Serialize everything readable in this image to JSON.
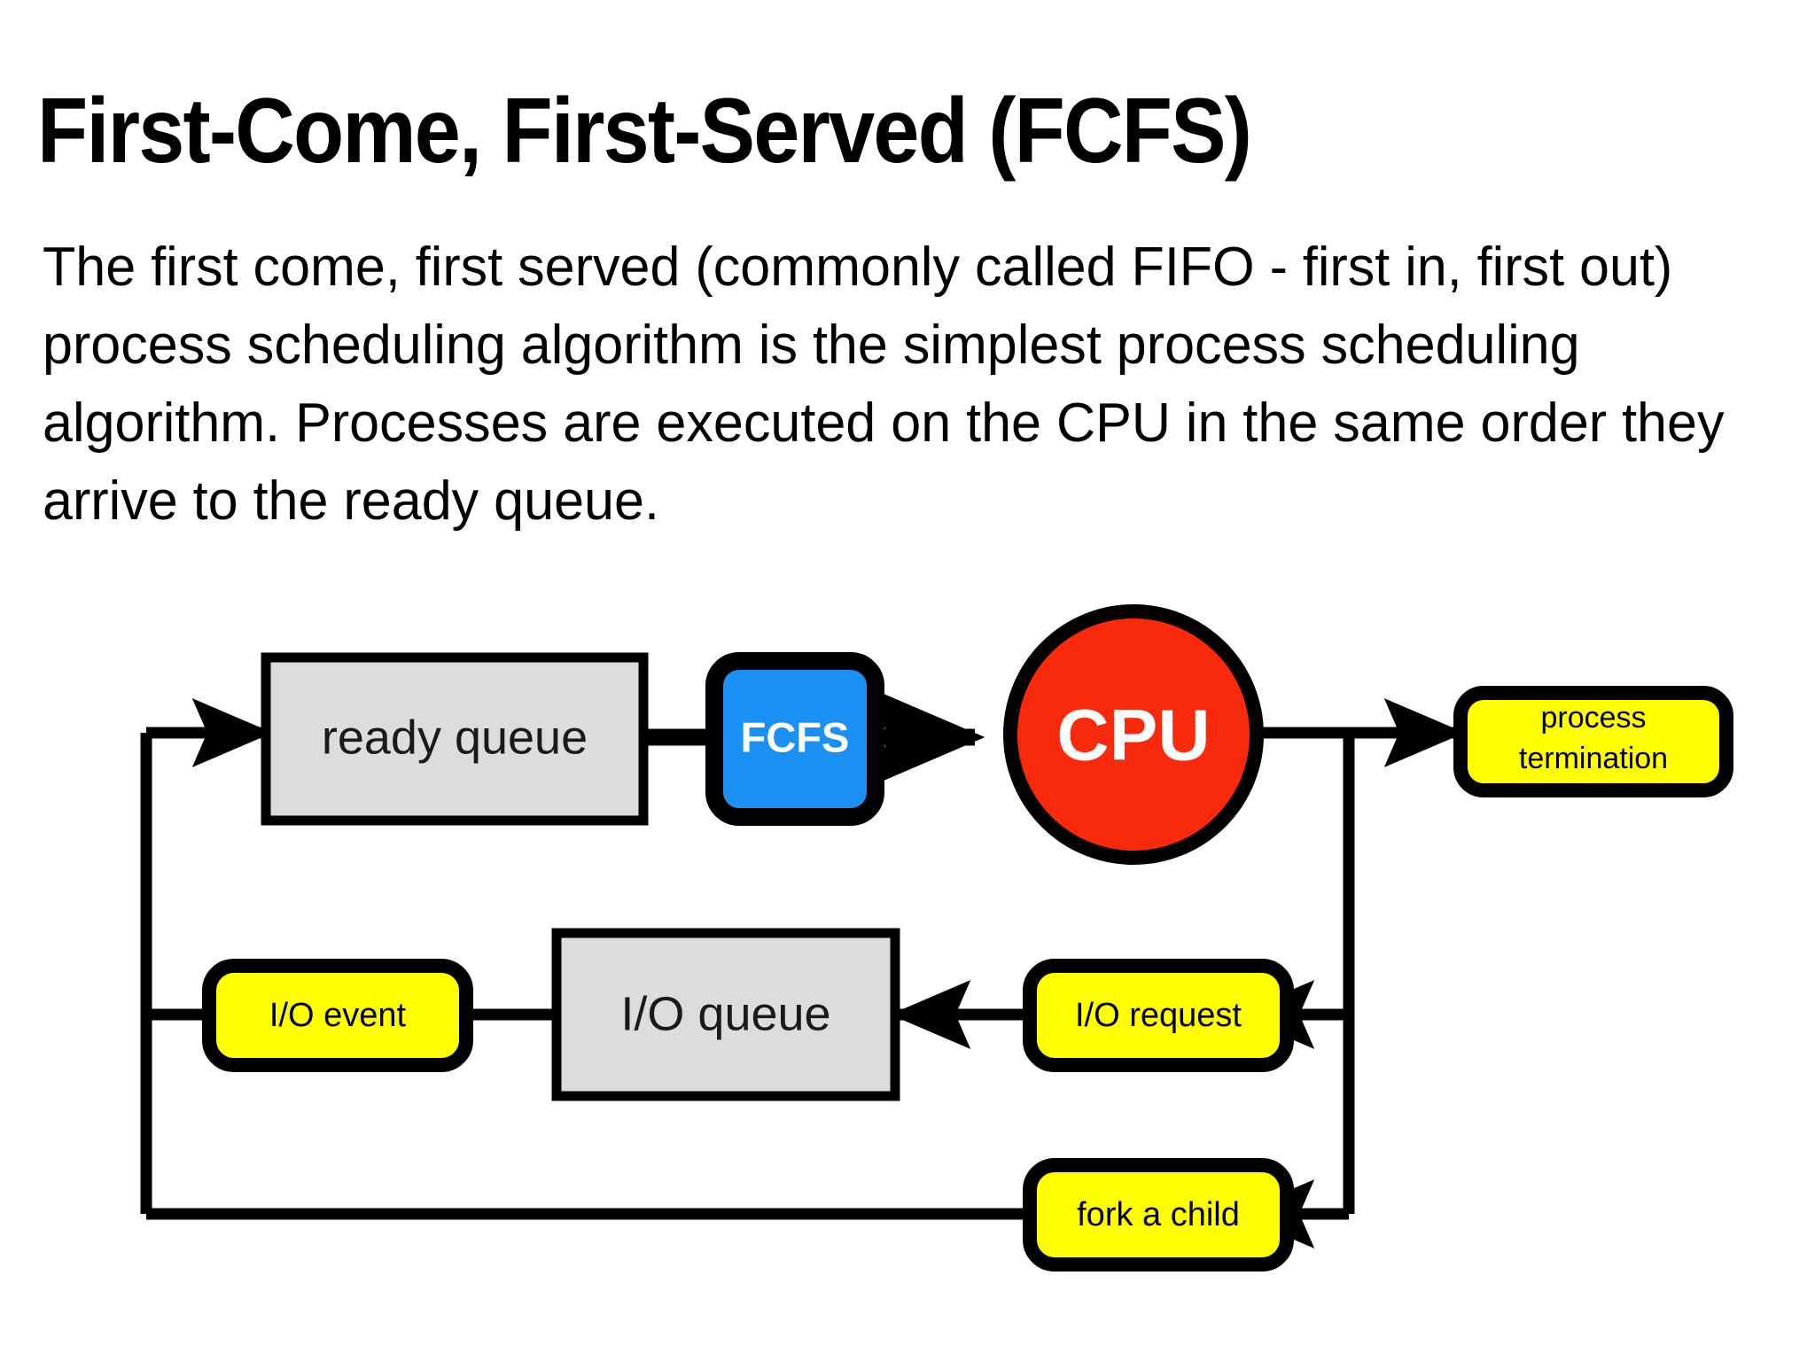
{
  "slide": {
    "title": "First-Come, First-Served (FCFS)",
    "body": "The first come, first served (commonly called FIFO - first in, first out) process scheduling algorithm is the simplest process scheduling algorithm. Processes are executed on the CPU in the same order they arrive to the ready queue."
  },
  "colors": {
    "queue_fill": "#dcdcdc",
    "queue_stroke": "#000000",
    "fcfs_fill": "#1a90f2",
    "cpu_fill": "#f92a0c",
    "event_fill": "#ffff00",
    "line": "#000000",
    "text_dark": "#000000",
    "text_light": "#ffffff"
  },
  "diagram": {
    "type": "process-scheduling-flowchart",
    "nodes": {
      "ready_queue": {
        "label": "ready queue",
        "shape": "rectangle",
        "fill": "#dcdcdc"
      },
      "fcfs": {
        "label": "FCFS",
        "shape": "rounded-rectangle",
        "fill": "#1a90f2"
      },
      "cpu": {
        "label": "CPU",
        "shape": "circle",
        "fill": "#f92a0c"
      },
      "process_termination": {
        "label_line1": "process",
        "label_line2": "termination",
        "shape": "rounded-rectangle",
        "fill": "#ffff00"
      },
      "io_event": {
        "label": "I/O event",
        "shape": "rounded-rectangle",
        "fill": "#ffff00"
      },
      "io_queue": {
        "label": "I/O queue",
        "shape": "rectangle",
        "fill": "#dcdcdc"
      },
      "io_request": {
        "label": "I/O request",
        "shape": "rounded-rectangle",
        "fill": "#ffff00"
      },
      "fork_a_child": {
        "label": "fork a child",
        "shape": "rounded-rectangle",
        "fill": "#ffff00"
      }
    },
    "edges": [
      {
        "from": "loop-left",
        "to": "ready_queue",
        "arrow": true
      },
      {
        "from": "ready_queue",
        "to": "fcfs",
        "arrow": false
      },
      {
        "from": "fcfs",
        "to": "cpu",
        "arrow": true
      },
      {
        "from": "cpu",
        "to": "process_termination",
        "arrow": true
      },
      {
        "from": "cpu-bus",
        "to": "io_request",
        "arrow": true
      },
      {
        "from": "io_request",
        "to": "io_queue",
        "arrow": true
      },
      {
        "from": "io_queue",
        "to": "io_event",
        "arrow": true
      },
      {
        "from": "io_event",
        "to": "loop-left",
        "arrow": false
      },
      {
        "from": "cpu-bus",
        "to": "fork_a_child",
        "arrow": true
      },
      {
        "from": "fork_a_child",
        "to": "loop-left",
        "arrow": false
      }
    ]
  }
}
